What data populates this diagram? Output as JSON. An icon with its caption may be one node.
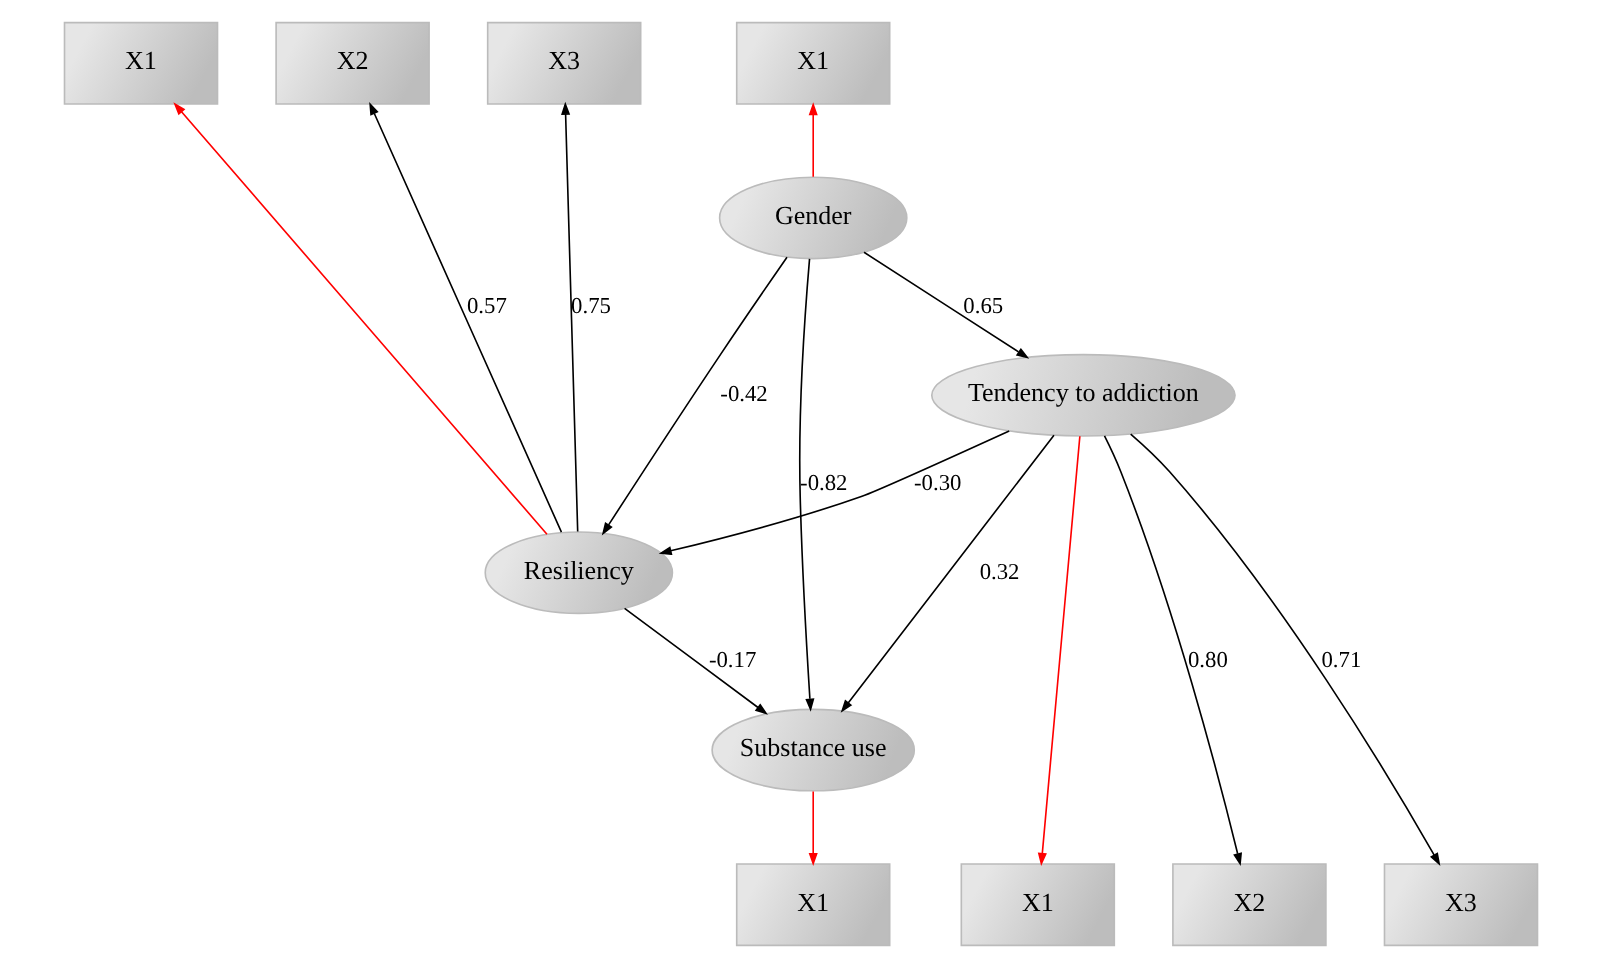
{
  "diagram": {
    "nodes": [
      {
        "text": [
          "X1"
        ]
      },
      {
        "text": [
          "X2"
        ]
      },
      {
        "text": [
          "X3"
        ]
      },
      {
        "text": [
          "X1"
        ]
      },
      {
        "text": [
          "Resiliency"
        ]
      },
      {
        "text": [
          "Gender"
        ]
      },
      {
        "text": [
          "Substance use"
        ]
      },
      {
        "text": [
          "Tendency to addiction"
        ]
      },
      {
        "text": [
          "X1"
        ]
      },
      {
        "text": [
          "X1"
        ]
      },
      {
        "text": [
          "X2"
        ]
      },
      {
        "text": [
          "X3"
        ]
      }
    ],
    "edges": [
      {
        "from": 5,
        "to": 3,
        "arrow": "to",
        "color": "#ff0000"
      },
      {
        "from": 4,
        "to": 0,
        "arrow": "to",
        "color": "#ff0000"
      },
      {
        "from": 4,
        "to": 1,
        "arrow": "to",
        "label": "0.57"
      },
      {
        "from": 4,
        "to": 2,
        "arrow": "to",
        "label": "0.75"
      },
      {
        "from": 5,
        "to": 4,
        "arrow": "to",
        "label": "-0.42"
      },
      {
        "from": 5,
        "to": 6,
        "arrow": "to",
        "label": "-0.82"
      },
      {
        "from": 5,
        "to": 7,
        "arrow": "to",
        "label": "0.65"
      },
      {
        "from": 7,
        "to": 4,
        "arrow": "to",
        "label": "-0.30"
      },
      {
        "from": 4,
        "to": 6,
        "arrow": "to",
        "label": "-0.17"
      },
      {
        "from": 7,
        "to": 6,
        "arrow": "to",
        "label": "0.32"
      },
      {
        "from": 6,
        "to": 8,
        "arrow": "to",
        "color": "#ff0000"
      },
      {
        "from": 7,
        "to": 9,
        "arrow": "to",
        "color": "#ff0000"
      },
      {
        "from": 7,
        "to": 10,
        "arrow": "to",
        "label": "0.80"
      },
      {
        "from": 7,
        "to": 11,
        "arrow": "to",
        "label": "0.71"
      }
    ]
  }
}
